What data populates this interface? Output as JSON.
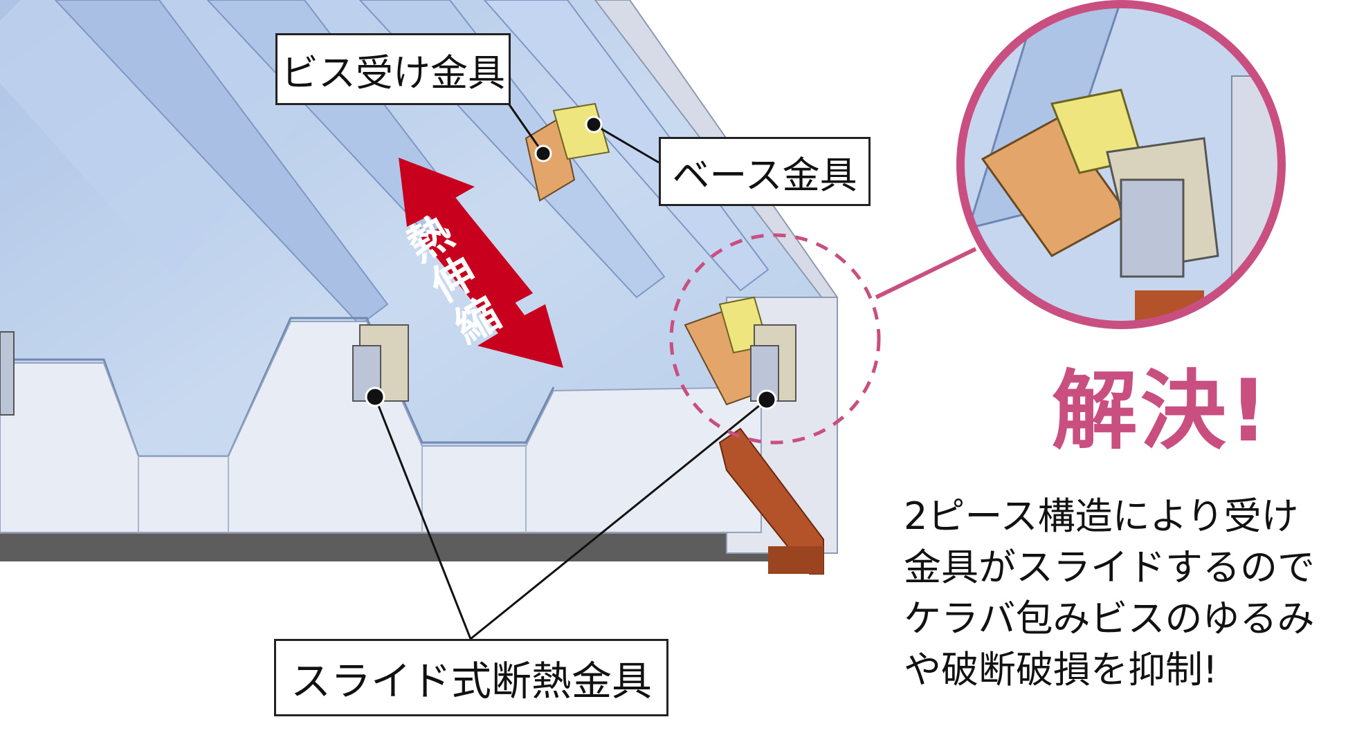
{
  "callouts": {
    "screw_bracket": "ビス受け金具",
    "base_bracket": "ベース金具",
    "slide_bracket": "スライド式断熱金具"
  },
  "arrow_label": [
    "熱",
    "伸",
    "縮"
  ],
  "result": {
    "title": "解決!"
  },
  "description": {
    "lines": [
      "2ピース構造により受け",
      "金具がスライドするので",
      "ケラバ包みビスのゆるみ",
      "や破断破損を抑制!"
    ]
  },
  "colors": {
    "panel": "#c9daf0",
    "panel_dark": "#9db6d8",
    "arrow": "#c8001e",
    "accent_pink": "#c84f7f",
    "steel_orange": "#b4522a",
    "bracket_orange": "#e3a56a",
    "bracket_yellow": "#efe57e",
    "base_gray": "#5d5d5d"
  }
}
